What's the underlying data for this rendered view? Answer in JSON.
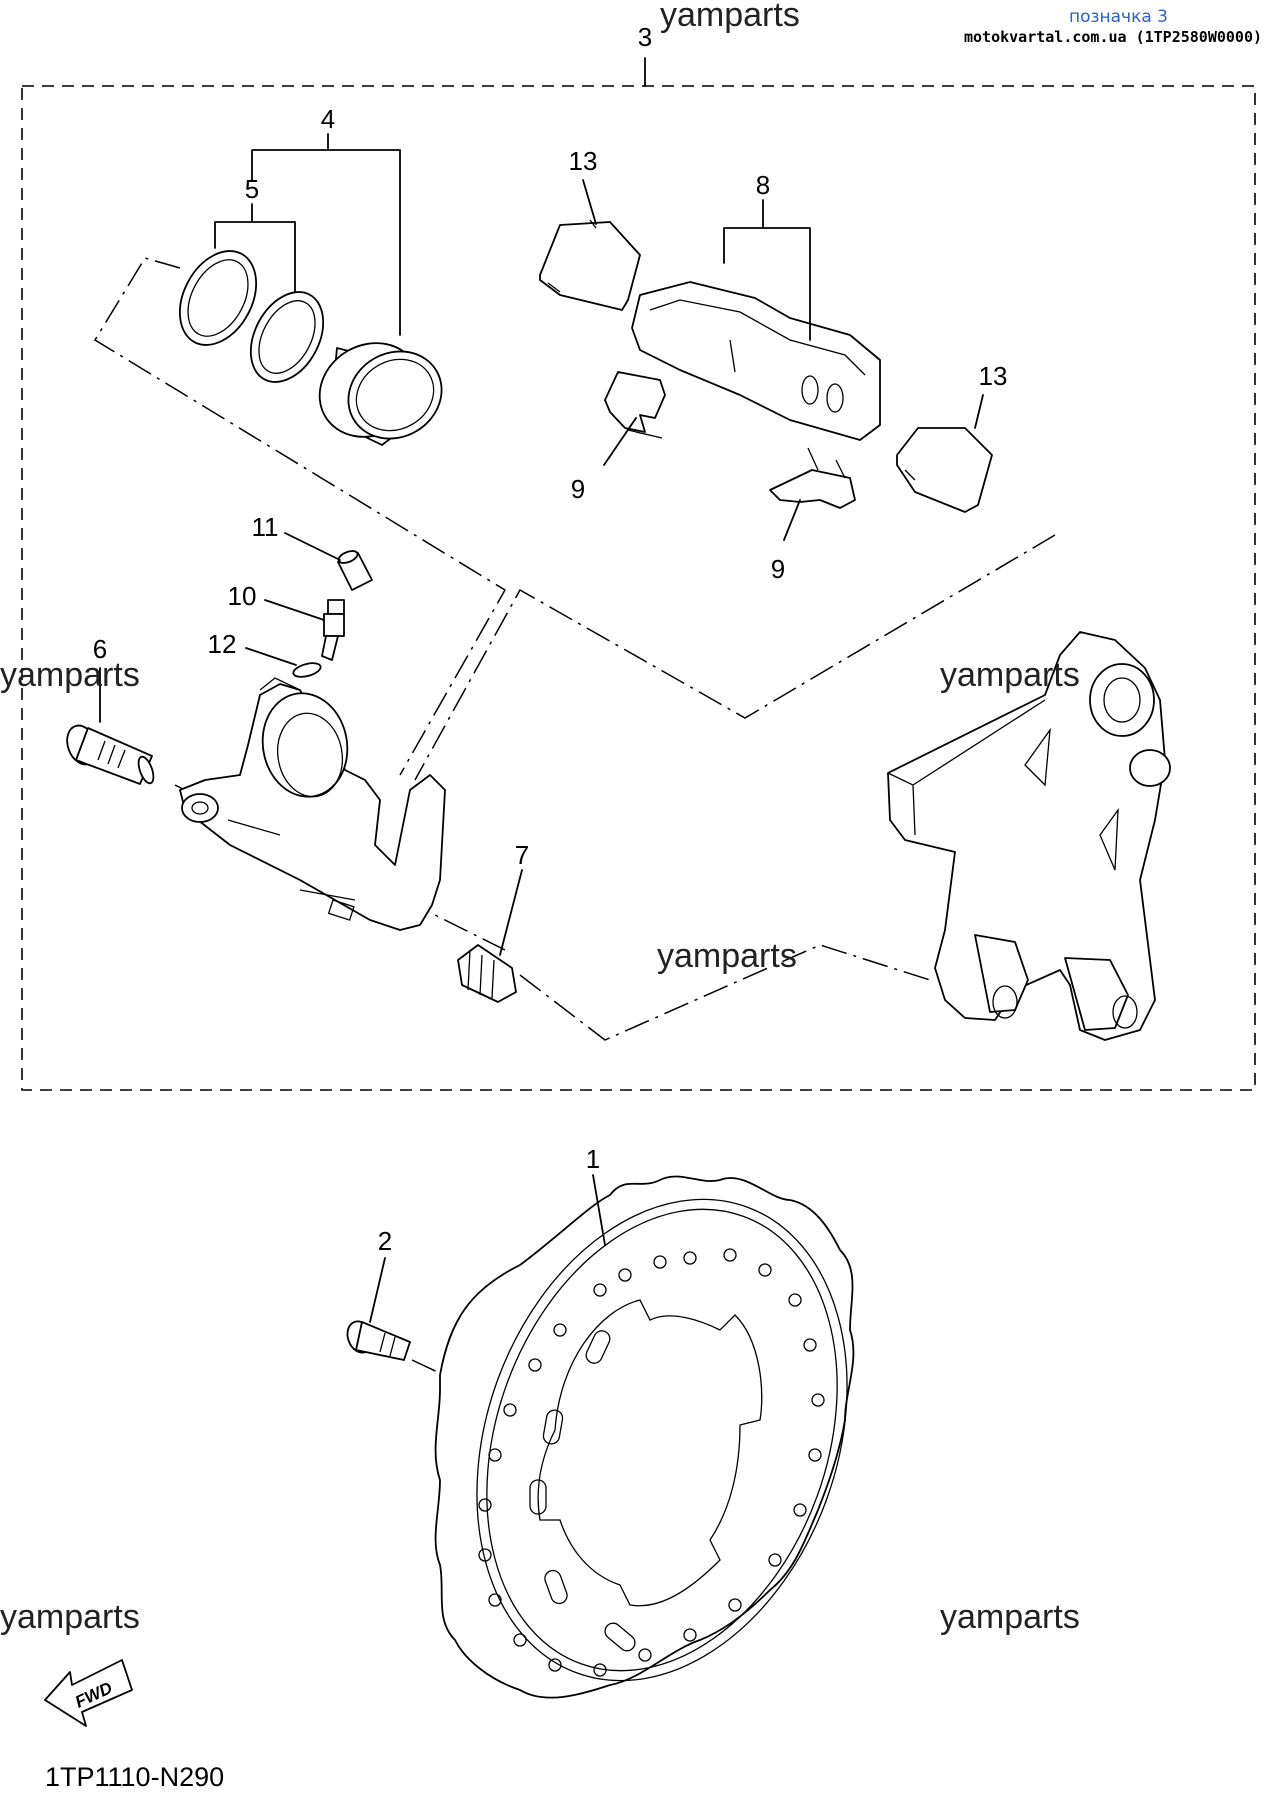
{
  "header": {
    "title": "позначка 3",
    "source": "motokvartal.com.ua (1TP2580W0000)"
  },
  "watermark": "yamparts",
  "diagram_code": "1TP1110-N290",
  "fwd_label": "FWD",
  "callouts": {
    "c1": "1",
    "c2": "2",
    "c3": "3",
    "c4": "4",
    "c5": "5",
    "c6": "6",
    "c7": "7",
    "c8": "8",
    "c9a": "9",
    "c9b": "9",
    "c10": "10",
    "c11": "11",
    "c12": "12",
    "c13a": "13",
    "c13b": "13"
  },
  "colors": {
    "header_title": "#2a5fd0",
    "line": "#000000"
  }
}
